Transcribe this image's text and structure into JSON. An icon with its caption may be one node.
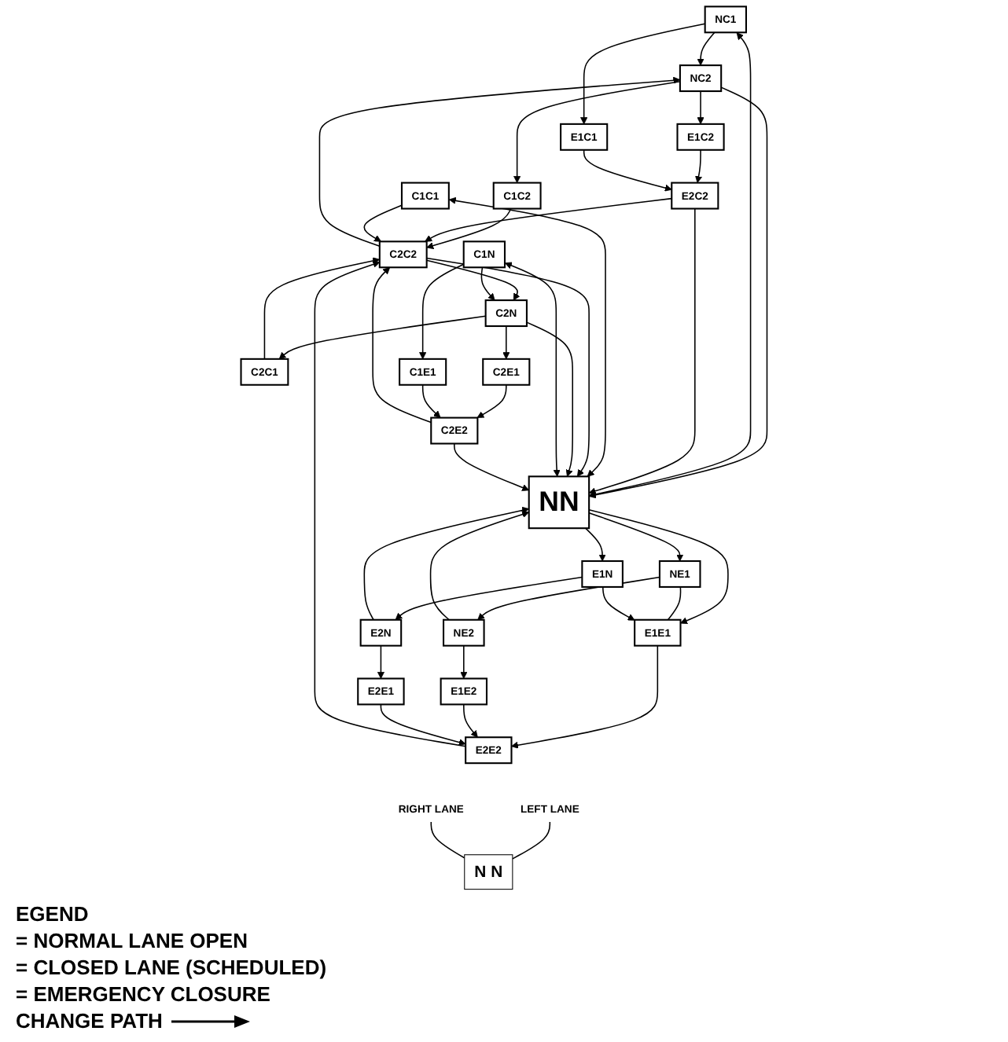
{
  "diagram": {
    "nodes": [
      {
        "text": [
          "NC2"
        ]
      },
      {
        "text": [
          "C1C2"
        ]
      },
      {
        "text": [
          "C2C2"
        ]
      },
      {
        "text": [
          "C2C1"
        ]
      },
      {
        "text": [
          "C2N"
        ]
      },
      {
        "text": [
          "NC1"
        ]
      },
      {
        "text": [
          "C1C1"
        ]
      },
      {
        "text": [
          "C1N"
        ]
      },
      {
        "text": [
          "E1C2"
        ]
      },
      {
        "text": [
          "C2E1"
        ]
      },
      {
        "text": [
          "E1C1"
        ]
      },
      {
        "text": [
          "NN"
        ]
      },
      {
        "text": [
          "C1E1"
        ]
      },
      {
        "text": [
          "E2C2"
        ]
      },
      {
        "text": [
          "C2E2"
        ]
      },
      {
        "text": [
          "NE1"
        ]
      },
      {
        "text": [
          "E1E1"
        ]
      },
      {
        "text": [
          "E1N"
        ]
      },
      {
        "text": [
          "NE2"
        ]
      },
      {
        "text": [
          "E1E2"
        ]
      },
      {
        "text": [
          "E2E2"
        ]
      },
      {
        "text": [
          "E2E1"
        ]
      },
      {
        "text": [
          "E2N"
        ]
      },
      {
        "text": [
          "LEFT LANE"
        ]
      },
      {
        "text": [
          "N N"
        ]
      },
      {
        "text": [
          "RIGHT LANE"
        ]
      }
    ],
    "edges": [
      {
        "from": 0,
        "to": 1,
        "arrow": "to"
      },
      {
        "from": 1,
        "to": 2,
        "arrow": "to"
      },
      {
        "from": 3,
        "to": 2,
        "arrow": "to"
      },
      {
        "from": 4,
        "to": 3,
        "arrow": "to"
      },
      {
        "from": 2,
        "to": 0,
        "arrow": "to"
      },
      {
        "from": 2,
        "to": 4,
        "arrow": "to"
      },
      {
        "from": 13,
        "to": 2,
        "arrow": "to"
      },
      {
        "from": 14,
        "to": 2,
        "arrow": "to"
      },
      {
        "from": 20,
        "to": 2,
        "arrow": "to"
      },
      {
        "from": 0,
        "to": 11,
        "arrow": "to"
      },
      {
        "from": 5,
        "to": 0,
        "arrow": "to"
      },
      {
        "from": 5,
        "to": 11,
        "arrow": "both"
      },
      {
        "from": 5,
        "to": 10,
        "arrow": "to"
      },
      {
        "from": 0,
        "to": 8,
        "arrow": "to"
      },
      {
        "from": 8,
        "to": 13,
        "arrow": "to"
      },
      {
        "from": 10,
        "to": 13,
        "arrow": "to"
      },
      {
        "from": 13,
        "to": 11,
        "arrow": "to"
      },
      {
        "from": 6,
        "to": 2,
        "arrow": "to"
      },
      {
        "from": 6,
        "to": 11,
        "arrow": "both"
      },
      {
        "from": 2,
        "to": 11,
        "arrow": "to"
      },
      {
        "from": 4,
        "to": 11,
        "arrow": "to"
      },
      {
        "from": 7,
        "to": 4,
        "arrow": "to"
      },
      {
        "from": 7,
        "to": 11,
        "arrow": "both"
      },
      {
        "from": 7,
        "to": 12,
        "arrow": "to"
      },
      {
        "from": 4,
        "to": 9,
        "arrow": "to"
      },
      {
        "from": 9,
        "to": 14,
        "arrow": "to"
      },
      {
        "from": 12,
        "to": 14,
        "arrow": "to"
      },
      {
        "from": 14,
        "to": 11,
        "arrow": "to"
      },
      {
        "from": 11,
        "to": 15,
        "arrow": "to"
      },
      {
        "from": 11,
        "to": 16,
        "arrow": "to"
      },
      {
        "from": 11,
        "to": 17,
        "arrow": "to"
      },
      {
        "from": 18,
        "to": 11,
        "arrow": "to"
      },
      {
        "from": 22,
        "to": 11,
        "arrow": "to"
      },
      {
        "from": 15,
        "to": 16,
        "arrow": "none"
      },
      {
        "from": 17,
        "to": 16,
        "arrow": "to"
      },
      {
        "from": 16,
        "to": 20,
        "arrow": "to"
      },
      {
        "from": 15,
        "to": 18,
        "arrow": "to"
      },
      {
        "from": 17,
        "to": 22,
        "arrow": "to"
      },
      {
        "from": 18,
        "to": 19,
        "arrow": "to"
      },
      {
        "from": 19,
        "to": 20,
        "arrow": "to"
      },
      {
        "from": 22,
        "to": 21,
        "arrow": "to"
      },
      {
        "from": 21,
        "to": 20,
        "arrow": "to"
      },
      {
        "from": 23,
        "to": 24,
        "arrow": "none"
      },
      {
        "from": 25,
        "to": 24,
        "arrow": "none"
      }
    ],
    "labels": [
      "EGEND"
    ],
    "legend": [
      {
        "text": "= NORMAL LANE OPEN"
      },
      {
        "text": "= CLOSED LANE (SCHEDULED)"
      },
      {
        "text": "= EMERGENCY CLOSURE"
      },
      {
        "text": "CHANGE PATH"
      }
    ]
  }
}
